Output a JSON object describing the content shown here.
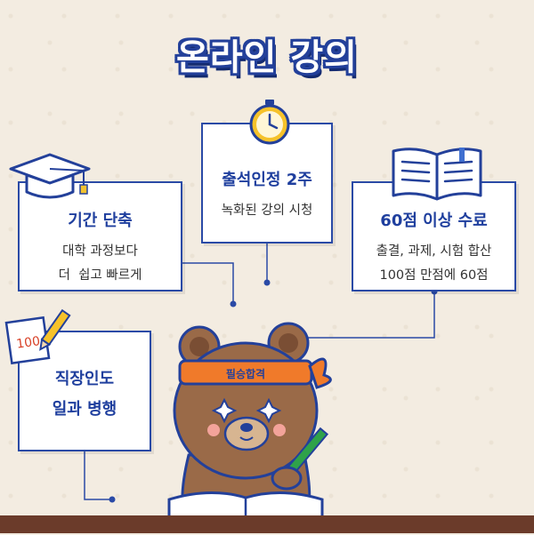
{
  "title": "온라인 강의",
  "cards": {
    "period": {
      "heading": "기간 단축",
      "lines": [
        "대학 과정보다",
        "더  쉽고 빠르게"
      ]
    },
    "attendance": {
      "heading": "출석인정 2주",
      "lines": [
        "녹화된 강의 시청"
      ]
    },
    "score": {
      "heading": "60점 이상 수료",
      "lines": [
        "출결, 과제, 시험 합산",
        "100점 만점에 60점"
      ]
    },
    "work": {
      "heading": "직장인도",
      "heading2": "일과 병행"
    }
  },
  "headband_text": "필승합격",
  "note_text": "100",
  "colors": {
    "accent": "#2a4aa6",
    "background": "#f3ece1",
    "headband": "#f07a2a"
  }
}
